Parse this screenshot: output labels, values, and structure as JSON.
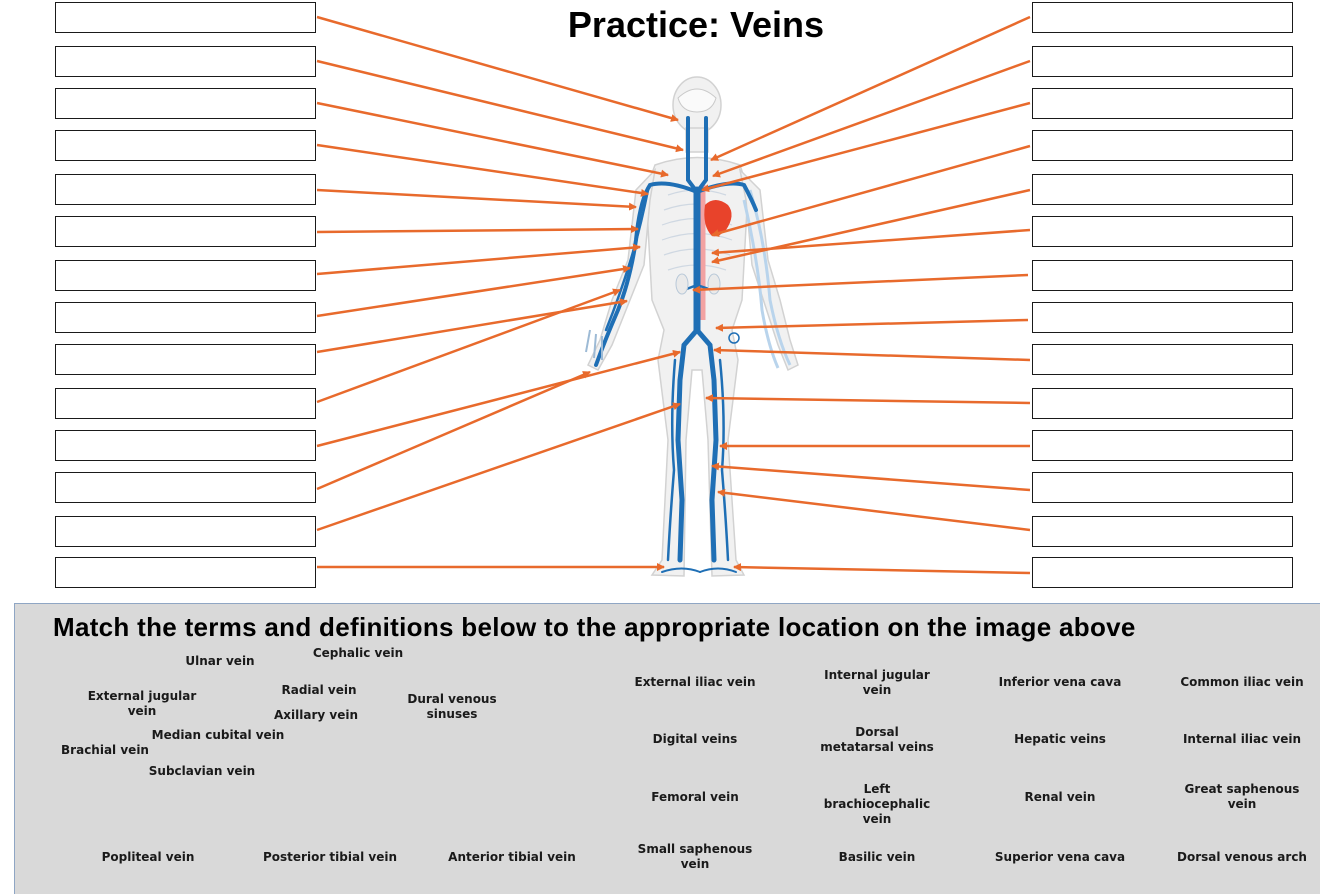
{
  "title": "Practice: Veins",
  "instructions": "Match the terms and definitions below to the appropriate location on the image above",
  "terms": [
    "Ulnar vein",
    "Cephalic vein",
    "External jugular vein",
    "Radial vein",
    "Axillary vein",
    "Dural venous sinuses",
    "Median cubital vein",
    "Brachial vein",
    "Subclavian vein",
    "External iliac vein",
    "Internal jugular vein",
    "Inferior vena cava",
    "Common iliac vein",
    "Digital veins",
    "Dorsal metatarsal veins",
    "Hepatic veins",
    "Internal iliac vein",
    "Femoral vein",
    "Left brachiocephalic vein",
    "Renal vein",
    "Great saphenous vein",
    "Popliteal vein",
    "Posterior tibial vein",
    "Anterior tibial vein",
    "Small saphenous vein",
    "Basilic vein",
    "Superior vena cava",
    "Dorsal venous arch"
  ],
  "colors": {
    "leader_line": "#e86a2c",
    "vein": "#1f6fb5",
    "heart": "#e8432b",
    "panel_bg": "#d9d9d9"
  }
}
